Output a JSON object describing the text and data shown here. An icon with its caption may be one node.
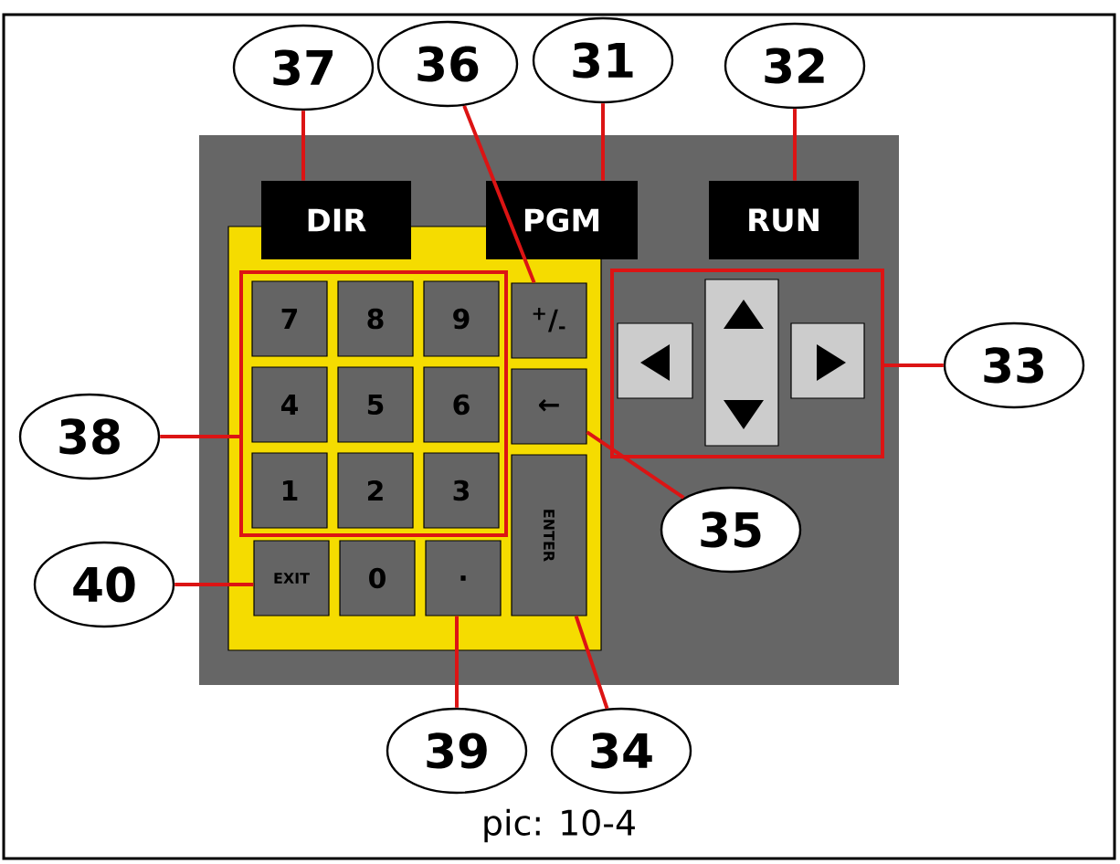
{
  "diagram": {
    "caption": "pic: 10-4",
    "nodes": [
      {
        "text": [
          "37"
        ]
      },
      {
        "text": [
          "36"
        ]
      },
      {
        "text": [
          "31"
        ]
      },
      {
        "text": [
          "32"
        ]
      },
      {
        "text": [
          "DIR"
        ]
      },
      {
        "text": [
          "PGM"
        ]
      },
      {
        "text": [
          "RUN"
        ]
      },
      {
        "text": [],
        "shape": "box"
      },
      {
        "text": [
          "7"
        ],
        "in": 7
      },
      {
        "text": [
          "8"
        ],
        "in": 7
      },
      {
        "text": [
          "9"
        ],
        "in": 7
      },
      {
        "text": [
          "$^{+}$/$_{-}$"
        ]
      },
      {
        "text": [],
        "shape": "box"
      },
      {
        "text": [],
        "shape": "box",
        "in": 12
      },
      {
        "text": [],
        "shape": "box",
        "in": 12
      },
      {
        "text": [],
        "shape": "box",
        "in": 12
      },
      {
        "text": [
          "33"
        ]
      },
      {
        "text": [
          "4"
        ],
        "in": 7
      },
      {
        "text": [
          "5"
        ],
        "in": 7
      },
      {
        "text": [
          "6"
        ],
        "in": 7
      },
      {
        "text": [
          "←"
        ]
      },
      {
        "text": [
          "38"
        ]
      },
      {
        "text": [
          "1"
        ],
        "in": 7
      },
      {
        "text": [
          "2"
        ],
        "in": 7
      },
      {
        "text": [
          "3"
        ],
        "in": 7
      },
      {
        "text": [
          "ENTER"
        ]
      },
      {
        "text": [
          "35"
        ]
      },
      {
        "text": [
          "40"
        ]
      },
      {
        "text": [
          "EXIT"
        ]
      },
      {
        "text": [
          "0"
        ]
      },
      {
        "text": [
          "."
        ]
      },
      {
        "text": [
          "39"
        ]
      },
      {
        "text": [
          "34"
        ]
      }
    ],
    "edges": [
      {
        "from": 0,
        "to": 4,
        "arrow": "none"
      },
      {
        "from": 1,
        "to": 11,
        "arrow": "none"
      },
      {
        "from": 2,
        "to": 5,
        "arrow": "none"
      },
      {
        "from": 3,
        "to": 6,
        "arrow": "none"
      },
      {
        "from": 16,
        "to": 12,
        "arrow": "none"
      },
      {
        "from": 21,
        "to": 7,
        "arrow": "none"
      },
      {
        "from": 26,
        "to": 20,
        "arrow": "none"
      },
      {
        "from": 27,
        "to": 28,
        "arrow": "none"
      },
      {
        "from": 31,
        "to": 30,
        "arrow": "none"
      },
      {
        "from": 32,
        "to": 25,
        "arrow": "none"
      }
    ]
  }
}
